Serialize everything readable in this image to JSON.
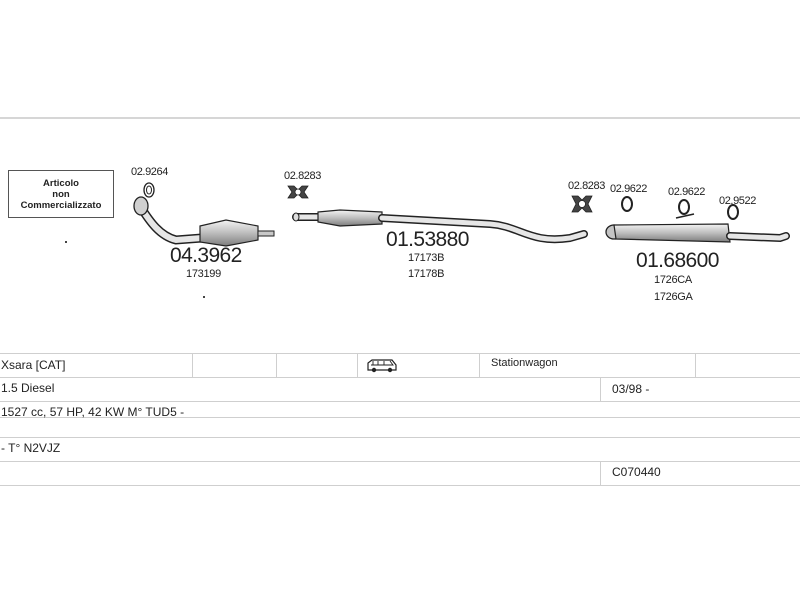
{
  "legend_box": {
    "line1": "Articolo",
    "line2": "non",
    "line3": "Commercializzato"
  },
  "parts": {
    "clamp_1": "02.9264",
    "catalyst_code": "04.3962",
    "catalyst_ref": "173199",
    "mount_1": "02.8283",
    "middle_code": "01.53880",
    "middle_ref_1": "17173B",
    "middle_ref_2": "17178B",
    "mount_2": "02.8283",
    "hanger_1": "02.9622",
    "hanger_2": "02.9622",
    "hanger_3": "02.9522",
    "rear_code": "01.68600",
    "rear_ref_1": "1726CA",
    "rear_ref_2": "1726GA"
  },
  "vehicle_table": {
    "model": "Xsara  [CAT]",
    "vehicle_icon": "van-icon",
    "body_type": "Stationwagon",
    "engine": "1.5 Diesel",
    "date_range": "03/98 -",
    "specs": "1527 cc, 57 HP, 42 KW M° TUD5 -",
    "chassis": "- T° N2VJZ",
    "catalog_code": "C070440"
  },
  "colors": {
    "line": "#222222",
    "grid": "#cfcfcf",
    "component_fill": "#cfcfcf"
  }
}
